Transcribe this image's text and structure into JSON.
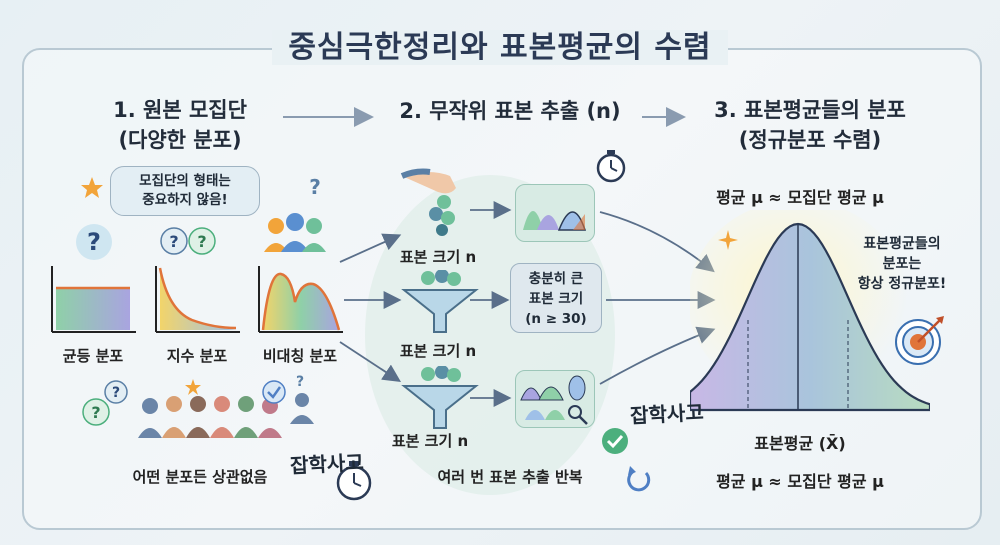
{
  "title": "중심극한정리와 표본평균의 수렴",
  "steps": {
    "step1_line1": "1. 원본 모집단",
    "step1_line2": "(다양한 분포)",
    "step2_line1": "2. 무작위 표본 추출 (n)",
    "step3_line1": "3. 표본평균들의 분포",
    "step3_line2": "(정규분포 수렴)"
  },
  "population": {
    "bubble_line1": "모집단의 형태는",
    "bubble_line2": "중요하지 않음!",
    "dist_labels": [
      "균등 분포",
      "지수 분포",
      "비대칭 분포"
    ],
    "footer": "어떤 분포든 상관없음"
  },
  "sampling": {
    "sample_labels": [
      "표본 크기 n",
      "표본 크기 n",
      "표본 크기 n"
    ],
    "box_line1": "충분히 큰",
    "box_line2": "표본 크기",
    "box_line3": "(n ≥ 30)",
    "footer": "여러 번 표본 추출 반복"
  },
  "result": {
    "mean_top": "평균 μ ≈ 모집단 평균 μ",
    "note_line1": "표본평균들의",
    "note_line2": "분포는",
    "note_line3": "항상 정규분포!",
    "xlabel": "표본평균 (X̄)",
    "mean_bottom": "평균 μ ≈ 모집단 평균 μ"
  },
  "watermark": "잡학사고",
  "colors": {
    "accent": "#2b3a55",
    "arrow": "#8a9bb0",
    "curve_fill": "#a9c4dc",
    "green": "#4caf7d",
    "star": "#f2a43a"
  }
}
